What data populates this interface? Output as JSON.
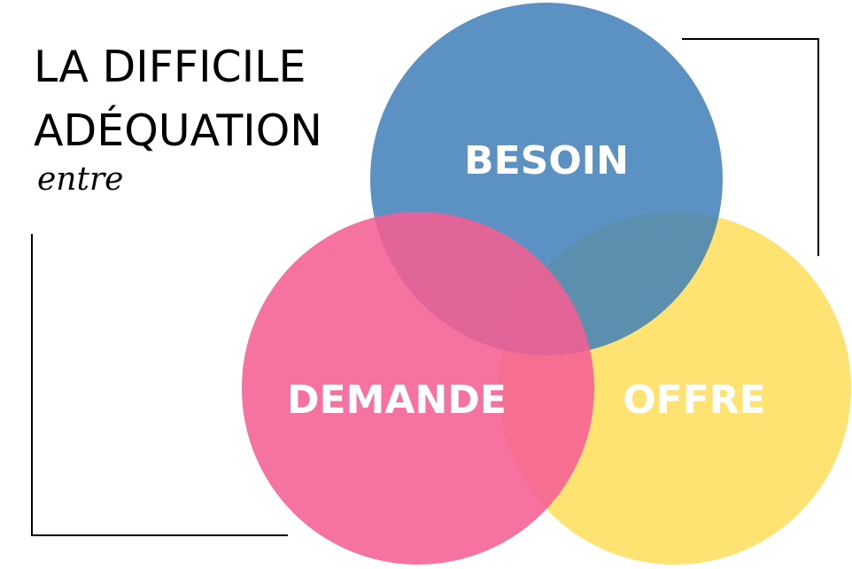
{
  "title": {
    "line1": "LA DIFFICILE",
    "line2": "ADÉQUATION",
    "subtitle": "entre"
  },
  "circles": [
    {
      "label": "BESOIN",
      "color": "#5793c5"
    },
    {
      "label": "DEMANDE",
      "color": "#f55e94"
    },
    {
      "label": "OFFRE",
      "color": "#fee272"
    }
  ]
}
